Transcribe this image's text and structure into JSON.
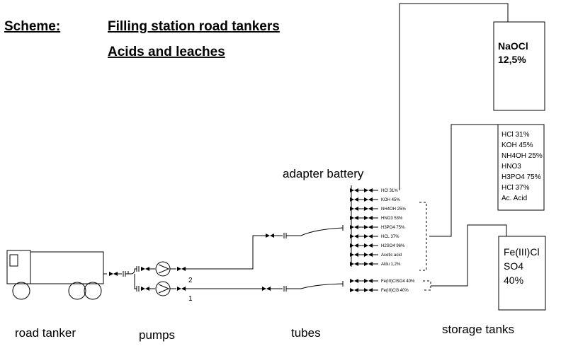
{
  "title": {
    "prefix": "Scheme:",
    "line1": "Filling station road tankers",
    "line2": "Acids and leaches"
  },
  "labels": {
    "road_tanker": "road tanker",
    "pumps": "pumps",
    "tubes": "tubes",
    "storage_tanks": "storage tanks",
    "adapter_battery": "adapter battery",
    "pump_2": "2",
    "pump_1": "1"
  },
  "tanks": {
    "naocl": [
      "NaOCl",
      "12,5%"
    ],
    "acids": [
      "HCl 31%",
      "KOH 45%",
      "NH4OH 25%",
      "HNO3",
      "H3PO4 75%",
      "HCl 37%",
      "Ac. Acid"
    ],
    "fe": [
      "Fe(III)Cl",
      "SO4",
      "40%"
    ]
  },
  "adapters_upper": [
    "HCl 31%",
    "KOH 45%",
    "NH4OH 25%",
    "HNO3 53%",
    "H3PO4 75%",
    "HCL 37%",
    "H2SO4 96%",
    "Acetic acid",
    "Aldu 1,2%"
  ],
  "adapters_lower": [
    "Fe(III)ClSO4 40%",
    "Fe(III)Cl3 40%"
  ]
}
